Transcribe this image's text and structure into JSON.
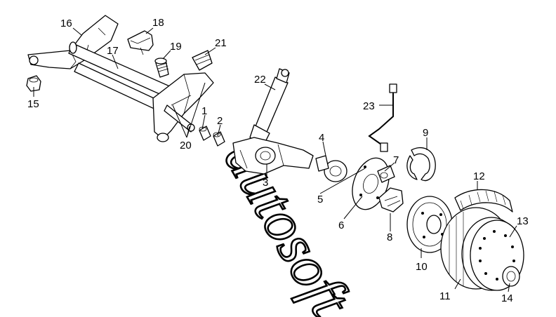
{
  "diagram": {
    "watermark": "autosoft",
    "callouts": [
      "1",
      "2",
      "3",
      "4",
      "5",
      "6",
      "7",
      "8",
      "9",
      "10",
      "11",
      "12",
      "13",
      "14",
      "15",
      "16",
      "17",
      "18",
      "19",
      "20",
      "21",
      "22",
      "23"
    ]
  }
}
